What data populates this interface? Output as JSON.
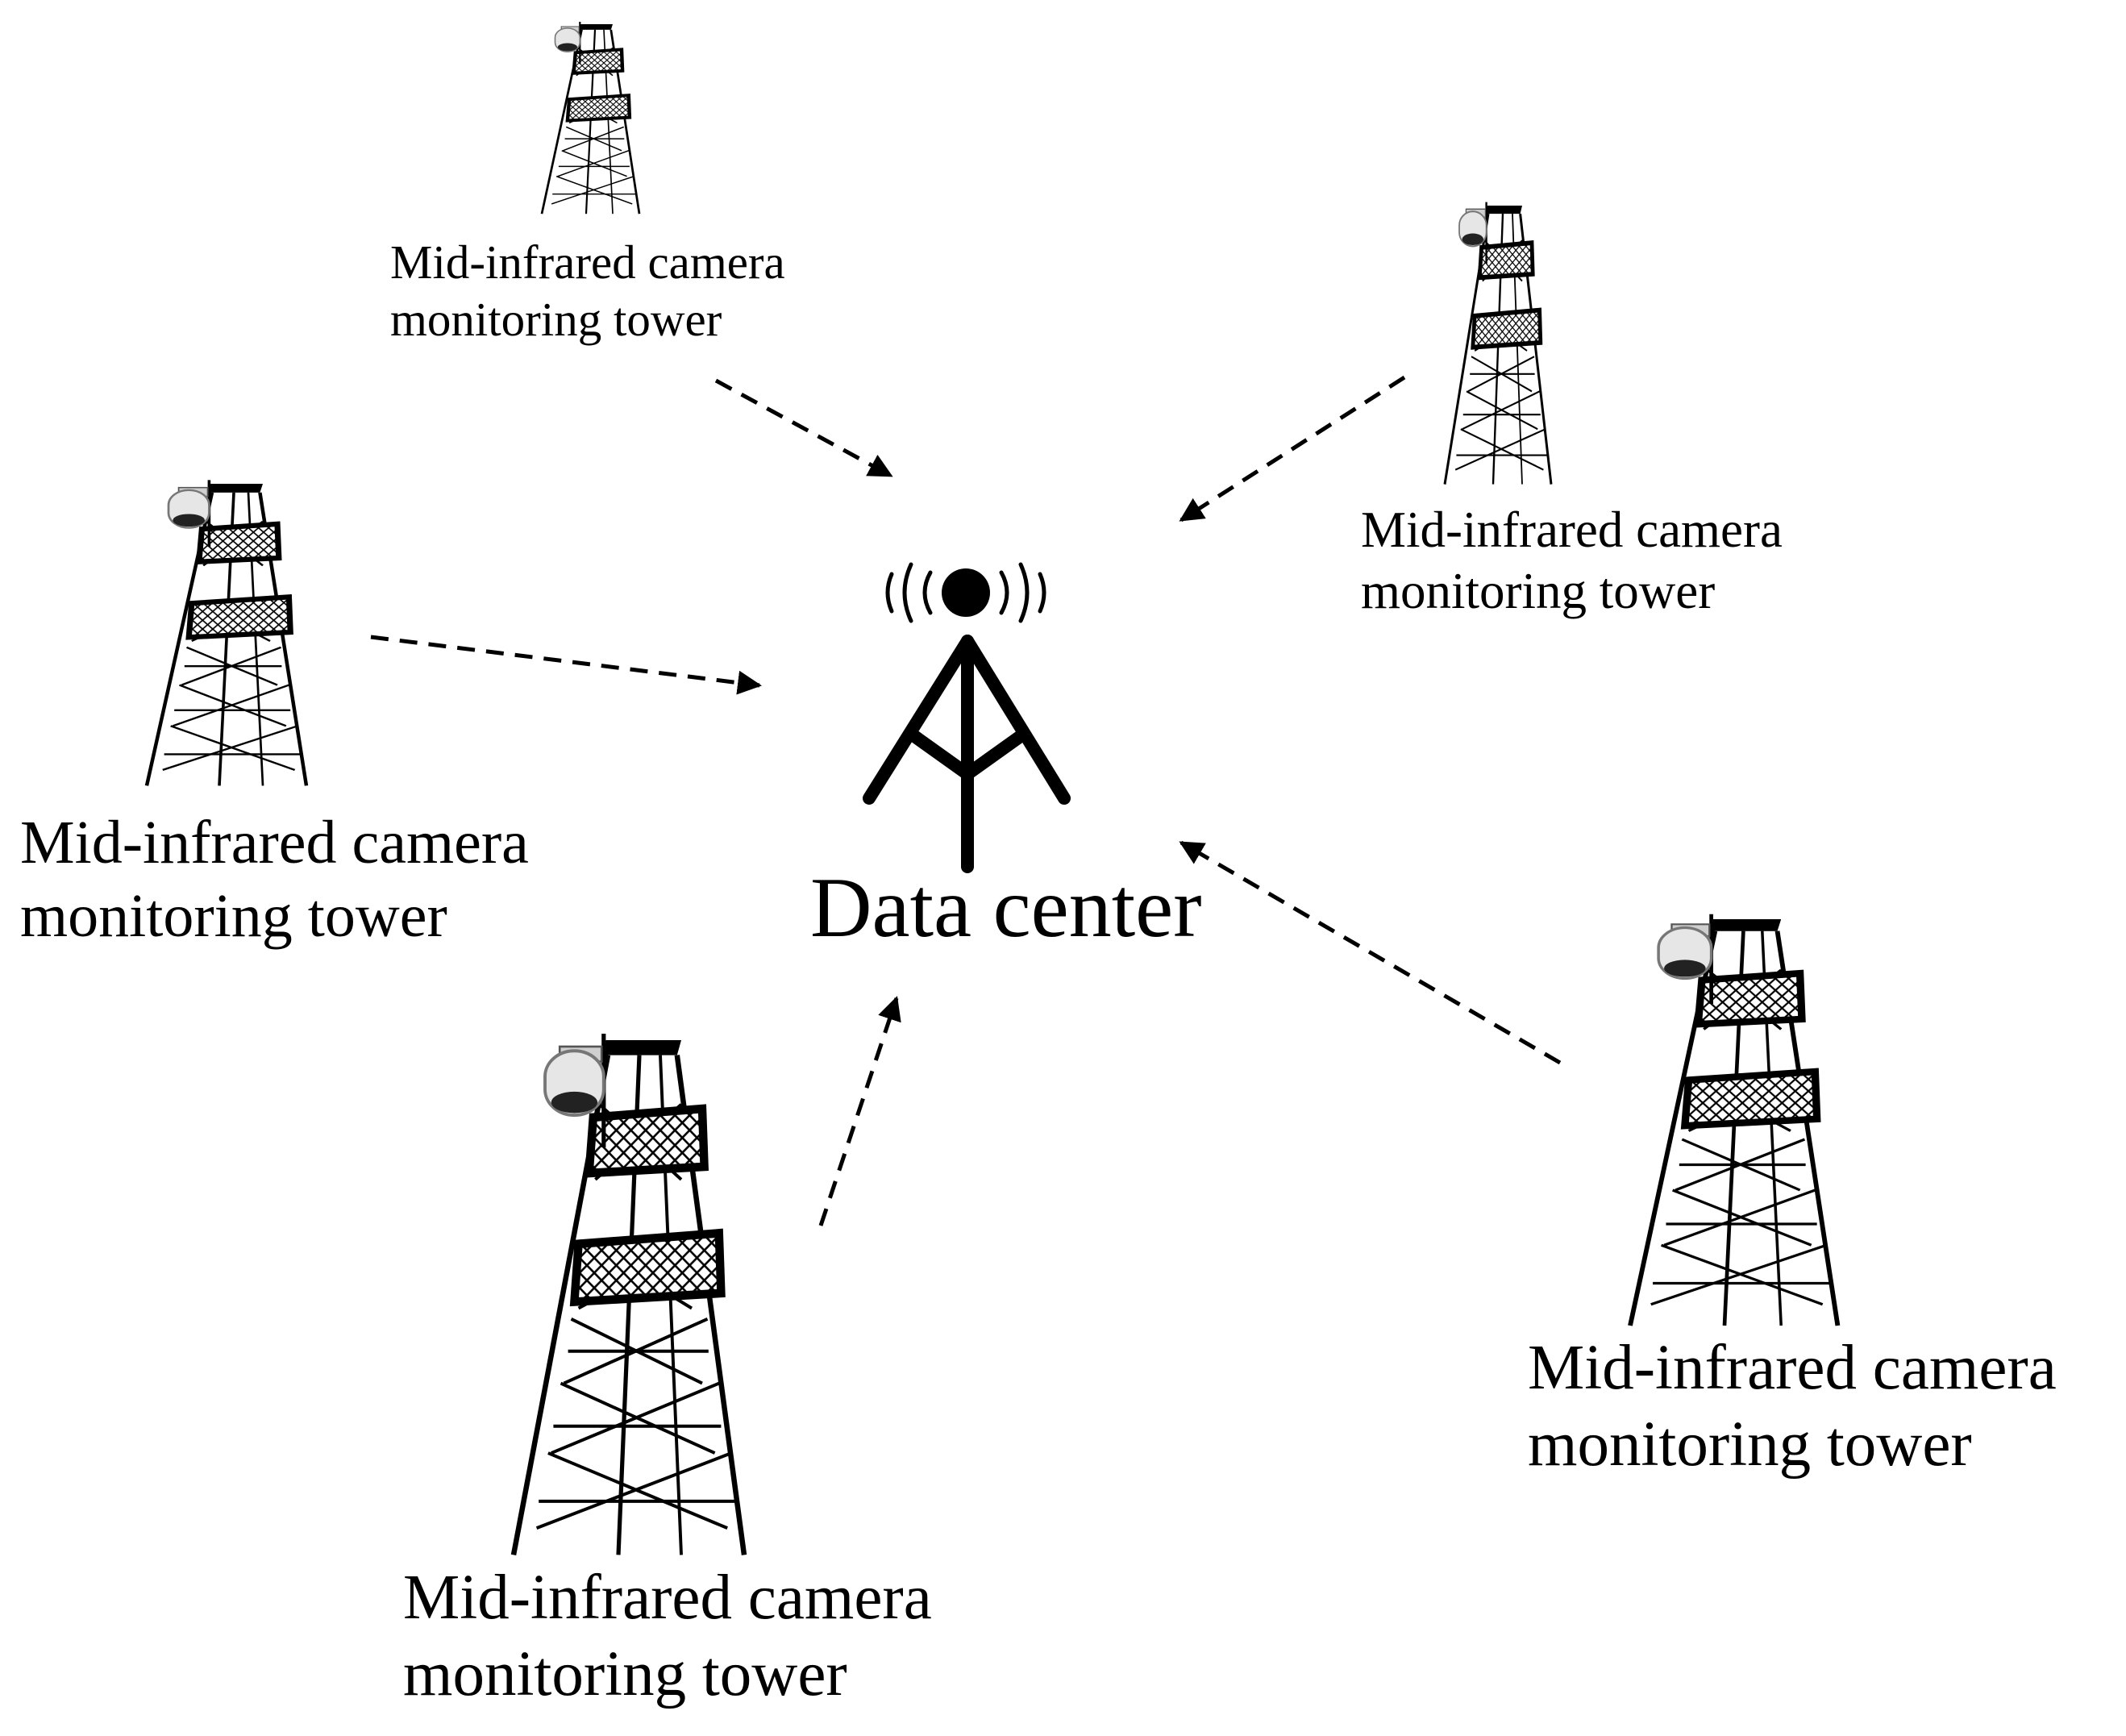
{
  "data_center": {
    "label": "Data center",
    "icon": "radio-antenna-icon"
  },
  "towers": [
    {
      "id": "top",
      "label_line1": "Mid-infrared camera",
      "label_line2": "monitoring tower",
      "icon": "camera-tower-icon"
    },
    {
      "id": "upper-right",
      "label_line1": "Mid-infrared camera",
      "label_line2": "monitoring tower",
      "icon": "camera-tower-icon"
    },
    {
      "id": "left",
      "label_line1": "Mid-infrared camera",
      "label_line2": "monitoring tower",
      "icon": "camera-tower-icon"
    },
    {
      "id": "bottom",
      "label_line1": "Mid-infrared camera",
      "label_line2": "monitoring tower",
      "icon": "camera-tower-icon"
    },
    {
      "id": "lower-right",
      "label_line1": "Mid-infrared camera",
      "label_line2": "monitoring tower",
      "icon": "camera-tower-icon"
    }
  ],
  "connections": [
    {
      "from": "top",
      "to": "data-center",
      "style": "dashed-arrow"
    },
    {
      "from": "upper-right",
      "to": "data-center",
      "style": "dashed-arrow"
    },
    {
      "from": "left",
      "to": "data-center",
      "style": "dashed-arrow"
    },
    {
      "from": "bottom",
      "to": "data-center",
      "style": "dashed-arrow"
    },
    {
      "from": "lower-right",
      "to": "data-center",
      "style": "dashed-arrow"
    }
  ],
  "colors": {
    "ink": "#000000",
    "background": "#ffffff",
    "camera": "#d9d9d9"
  }
}
